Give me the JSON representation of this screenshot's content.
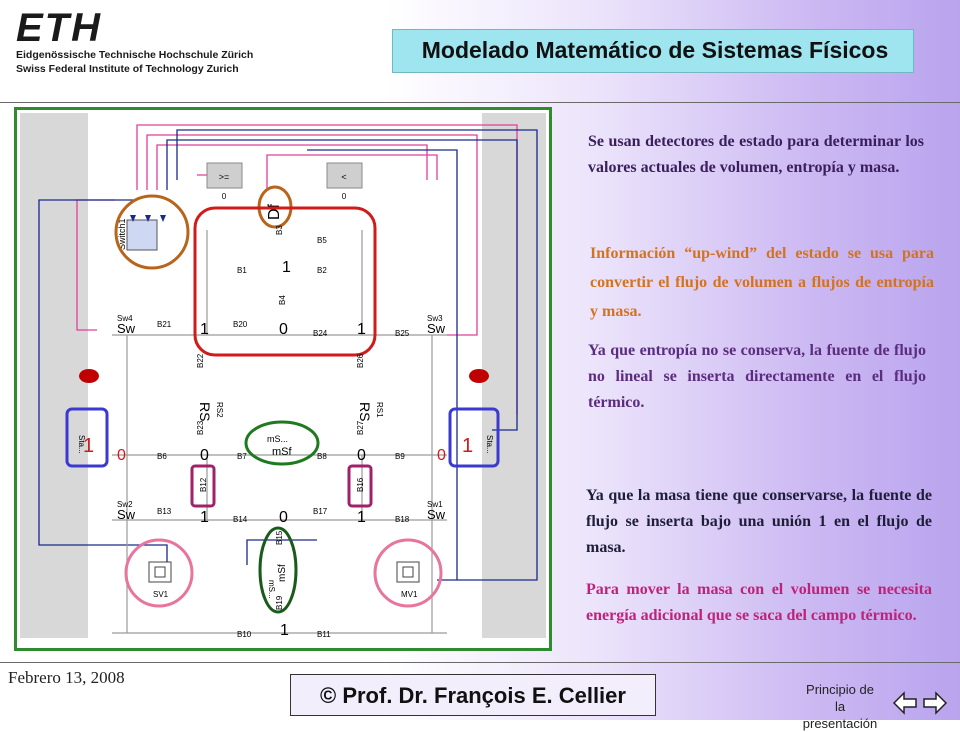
{
  "header": {
    "logo_main": "ETH",
    "logo_line1": "Eidgenössische Technische Hochschule Zürich",
    "logo_line2": "Swiss Federal Institute of Technology Zurich",
    "title": "Modelado Matemático de Sistemas Físicos"
  },
  "diagram": {
    "labels": {
      "switch1": "Switch1",
      "df": "Df",
      "b3": "B3",
      "b5": "B5",
      "b1": "B1",
      "b2": "B2",
      "b4": "B4",
      "one_top": "1",
      "sw4": "Sw4",
      "sw4_sw": "Sw",
      "b21": "B21",
      "b20": "B20",
      "b24": "B24",
      "b25": "B25",
      "sw3": "Sw3",
      "sw3_sw": "Sw",
      "one_left": "1",
      "zero_mid": "0",
      "one_right": "1",
      "b22": "B22",
      "b26": "B26",
      "rs2": "RS2",
      "rs": "RS",
      "rs1": "RS1",
      "rs_right": "RS",
      "b23": "B23",
      "b27": "B27",
      "sta_left": "Sta...",
      "sta_right": "Sta...",
      "zero_l1": "0",
      "zero_l2": "0",
      "zero_r1": "0",
      "zero_r2": "0",
      "b6": "B6",
      "b7": "B7",
      "b8": "B8",
      "b9": "B9",
      "ms_dots": "mS...",
      "msf": "mSf",
      "b12": "B12",
      "b16": "B16",
      "sw2": "Sw2",
      "sw2_sw": "Sw",
      "b13": "B13",
      "b14": "B14",
      "b17": "B17",
      "b18": "B18",
      "sw1": "Sw1",
      "sw1_sw": "Sw",
      "one_b1": "1",
      "zero_b": "0",
      "one_b2": "1",
      "b15": "B15",
      "b19": "B19",
      "ms_dots2": "mS...",
      "msf2": "mSf",
      "sv1": "SV1",
      "mv1": "MV1",
      "b10": "B10",
      "b11": "B11",
      "one_bottom": "1",
      "ge": ">=",
      "lt": "<",
      "zero_ge": "0",
      "zero_lt": "0"
    }
  },
  "notes": [
    {
      "text": "Se usan detectores de estado para determinar los valores actuales de volumen, entropía y masa.",
      "color": "#3a1f5c"
    },
    {
      "text": "Información “up-wind” del estado se usa para convertir el flujo de volumen a flujos de entropía y masa.",
      "color": "#d4731c"
    },
    {
      "text": "Ya que entropía no se conserva, la fuente de flujo no lineal se inserta directamente en el flujo térmico.",
      "color": "#5b2d7e"
    },
    {
      "text": "Ya que la masa tiene que conservarse, la fuente de flujo se inserta bajo una unión 1 en el flujo de masa.",
      "color": "#1e1e3a"
    },
    {
      "text": "Para mover la masa con el volumen se necesita energía adicional que se saca del campo térmico.",
      "color": "#c0227a"
    }
  ],
  "footer": {
    "date": "Febrero 13, 2008",
    "author": "© Prof. Dr. François E. Cellier",
    "home_link": "Principio de la presentación"
  },
  "colors": {
    "border_green": "#2e8b2e",
    "wire_blue": "#1a2a8c",
    "wire_pink": "#e0409a",
    "highlight_red": "#d11a1a",
    "highlight_orange": "#b8641a",
    "highlight_blue": "#3a3ad0",
    "highlight_purple": "#a0206a",
    "highlight_darkgreen": "#1f7a1f",
    "title_box": "#9ee5ef"
  }
}
